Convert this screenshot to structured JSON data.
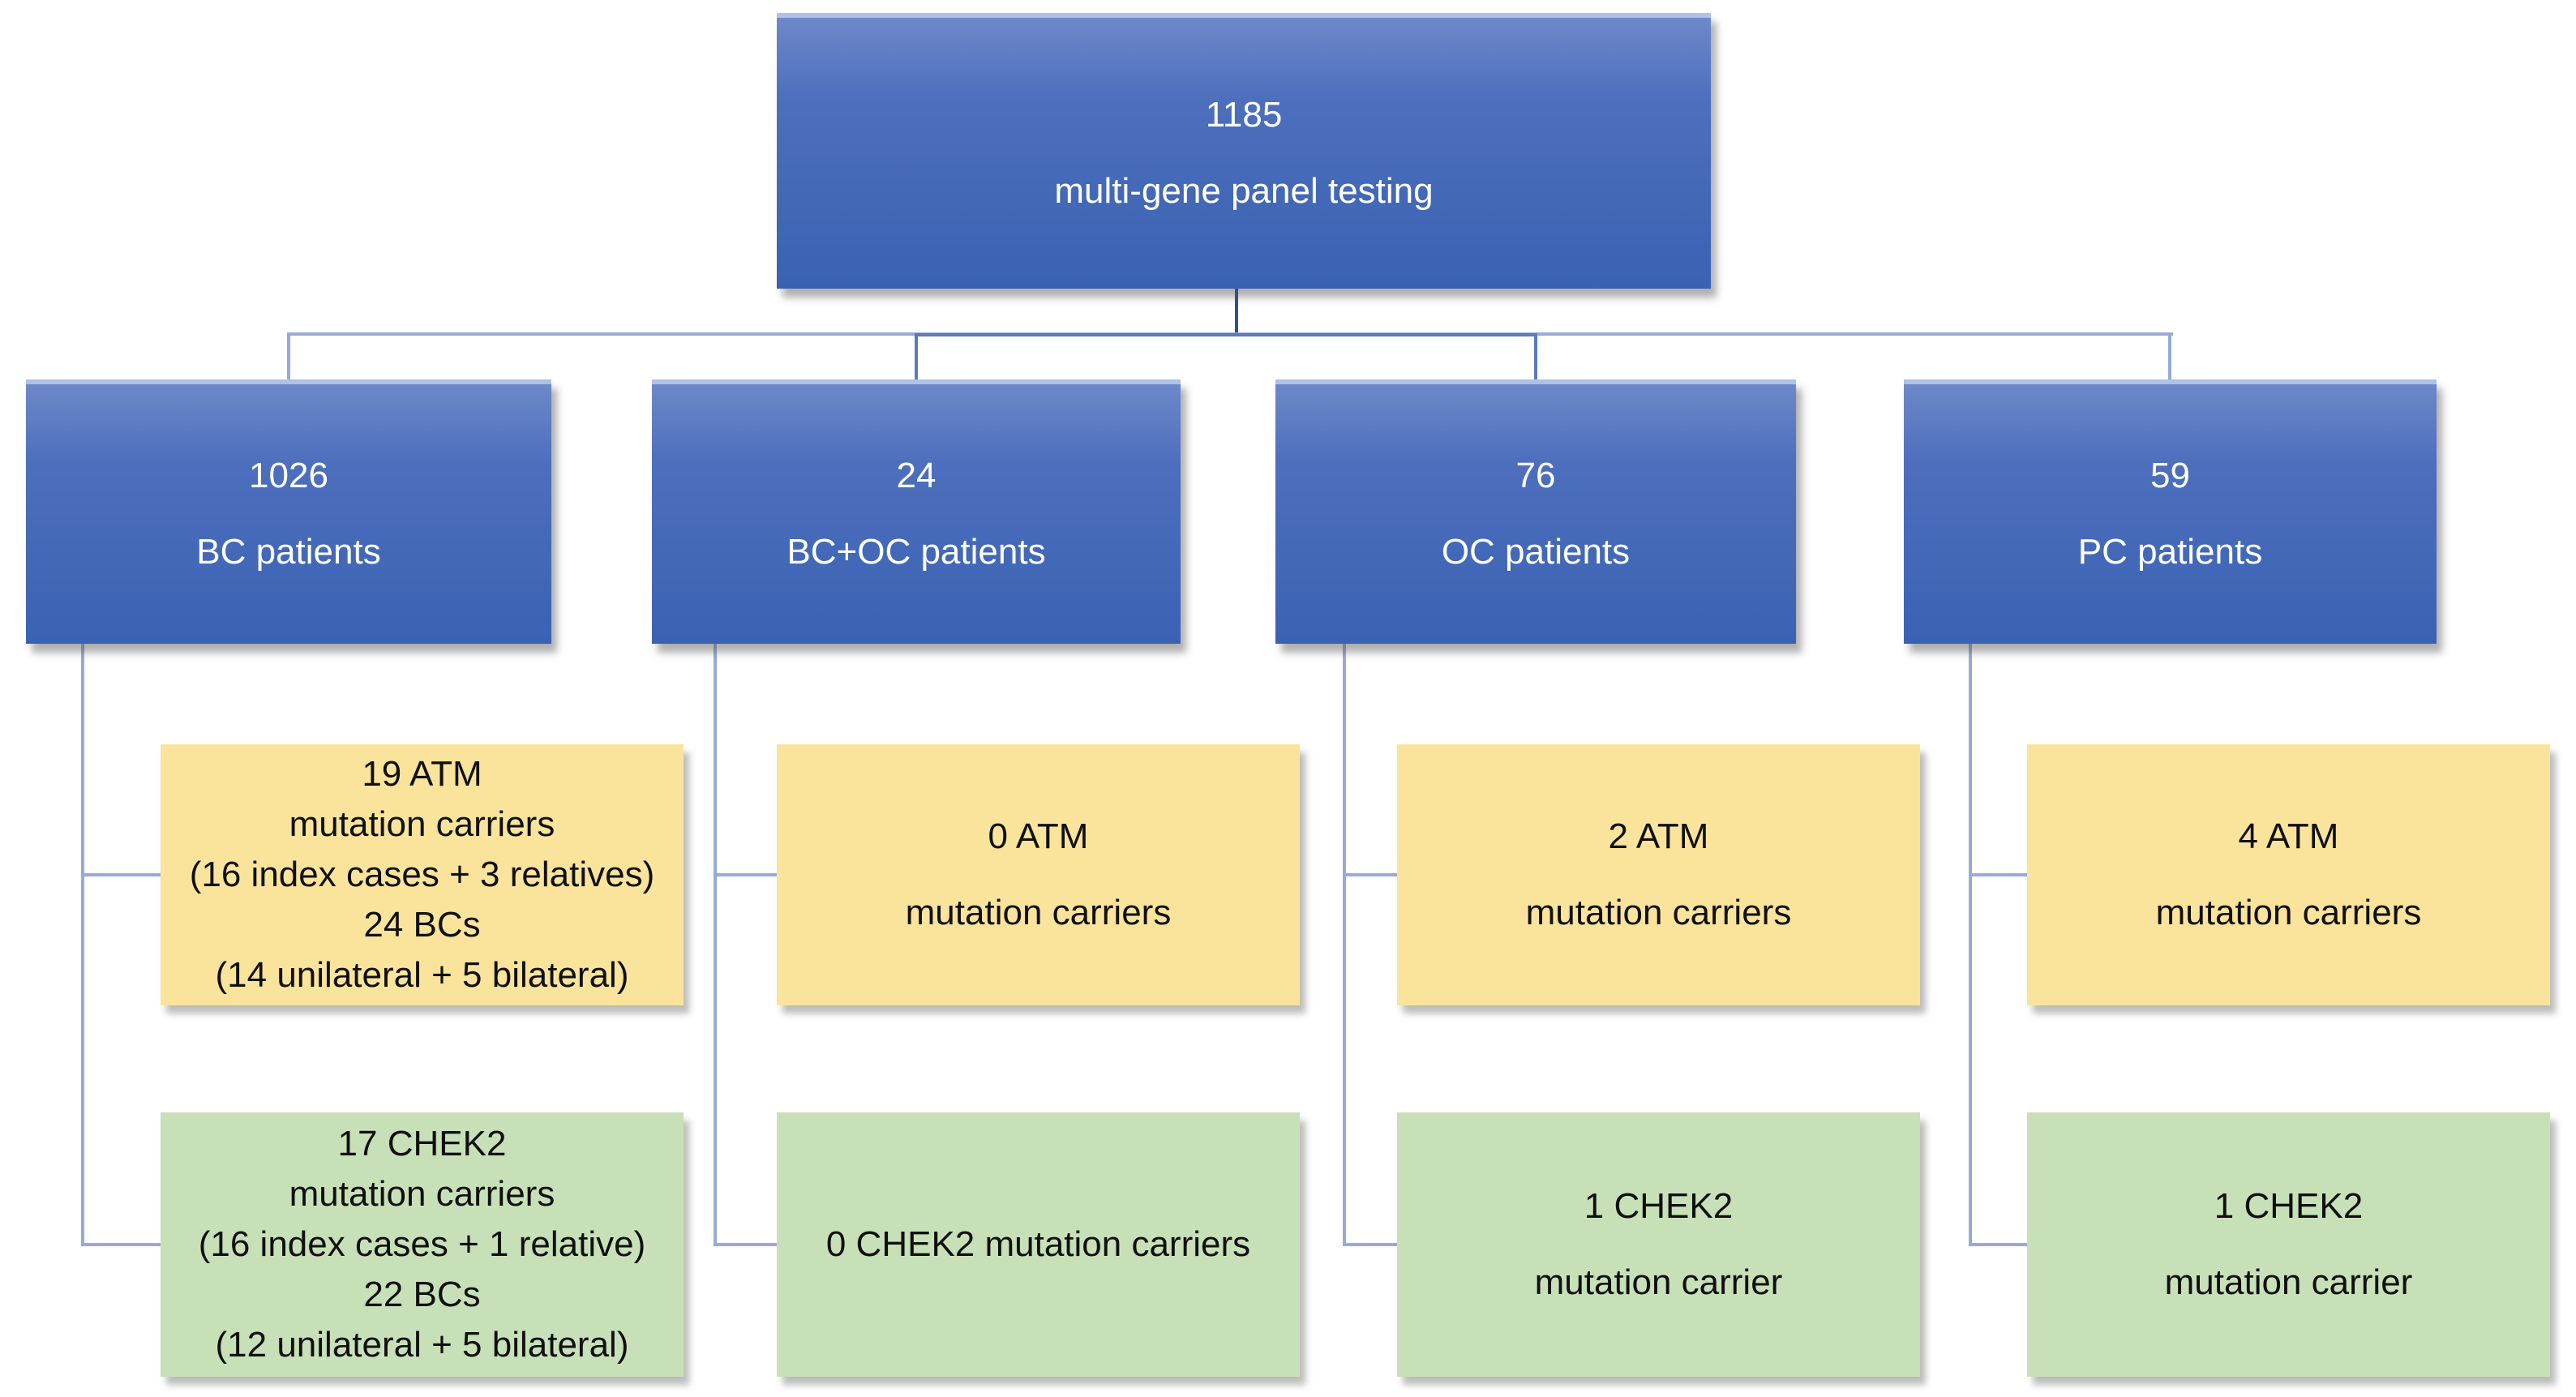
{
  "flowchart": {
    "root": {
      "count": "1185",
      "label": "multi-gene panel testing"
    },
    "columns": [
      {
        "patient": {
          "count": "1026",
          "label": "BC patients"
        },
        "atm": {
          "lines": [
            "19 ATM",
            "mutation carriers",
            "(16 index cases + 3 relatives)",
            "24 BCs",
            "(14 unilateral + 5 bilateral)"
          ]
        },
        "chek2": {
          "lines": [
            "17 CHEK2",
            "mutation carriers",
            "(16 index cases + 1 relative)",
            "22 BCs",
            "(12 unilateral + 5 bilateral)"
          ]
        }
      },
      {
        "patient": {
          "count": "24",
          "label": "BC+OC patients"
        },
        "atm": {
          "lines": [
            "0 ATM",
            "mutation carriers"
          ]
        },
        "chek2": {
          "lines": [
            "0 CHEK2 mutation carriers"
          ]
        }
      },
      {
        "patient": {
          "count": "76",
          "label": "OC patients"
        },
        "atm": {
          "lines": [
            "2 ATM",
            "mutation carriers"
          ]
        },
        "chek2": {
          "lines": [
            "1 CHEK2",
            "mutation carrier"
          ]
        }
      },
      {
        "patient": {
          "count": "59",
          "label": "PC patients"
        },
        "atm": {
          "lines": [
            "4 ATM",
            "mutation carriers"
          ]
        },
        "chek2": {
          "lines": [
            "1 CHEK2",
            "mutation carrier"
          ]
        }
      }
    ],
    "colors": {
      "blue-top": "#6e88c9",
      "blue-mid": "#4d6fbd",
      "blue-bottom": "#3a62b3",
      "yellow": "#fae49c",
      "green": "#c8e0b8",
      "text-on-blue": "#ffffff",
      "text-dark": "#101010",
      "line-light": "#97aad8",
      "line-mid": "#5d7ab8",
      "line-dark": "#31508e"
    }
  }
}
